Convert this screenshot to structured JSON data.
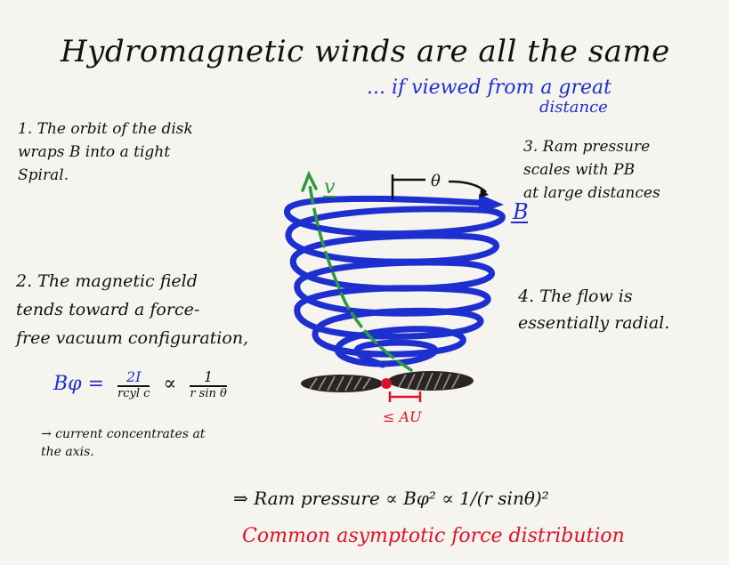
{
  "title": "Hydromagnetic winds are all the same",
  "subtitle": {
    "line1": "... if viewed from a great",
    "line2": "distance"
  },
  "notes": {
    "n1": {
      "line1": "1. The orbit of the disk",
      "line2": "wraps B into a tight",
      "line3": "Spiral."
    },
    "n2": {
      "line1": "2. The magnetic field",
      "line2": "tends toward a force-",
      "line3": "free vacuum configuration,"
    },
    "n3": {
      "line1": "3. Ram pressure",
      "line2": "scales with PB",
      "line3": "at large distances"
    },
    "n4": {
      "line1": "4. The flow is",
      "line2": "essentially radial."
    }
  },
  "equation": {
    "lhs": "Bφ =",
    "num": "2I",
    "den": "rcyl c",
    "prop": "∝",
    "num2": "1",
    "den2": "r sin θ"
  },
  "current_note": {
    "line1": "→ current concentrates at",
    "line2": "the axis."
  },
  "diagram": {
    "v_label": "v",
    "theta_label": "θ",
    "b_label": "B",
    "au_label": "≤ AU"
  },
  "bottom": {
    "line1": "⇒ Ram pressure ∝ Bφ² ∝ 1/(r sinθ)²",
    "line2": "Common asymptotic force distribution"
  },
  "colors": {
    "spiral": "#1e2fd0",
    "velocity": "#2e9a3c",
    "star": "#e0102a",
    "disk": "#2a2424",
    "ink": "#111111"
  }
}
